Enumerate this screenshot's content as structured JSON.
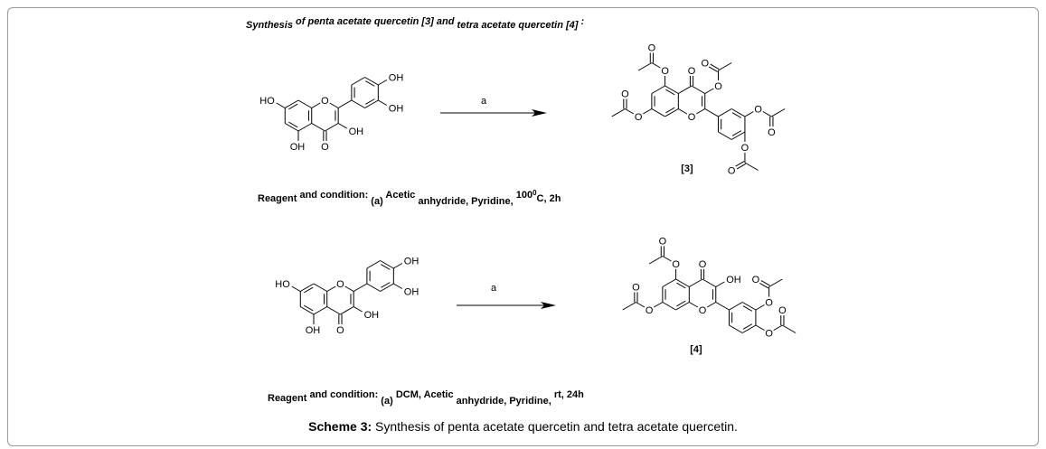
{
  "title": {
    "p1": "Synthesis",
    "p2": "of penta acetate quercetin [3]",
    "p3": "and",
    "p4": "tetra acetate quercetin [4]",
    "p5": ":"
  },
  "condition1": {
    "reagent": "Reagent",
    "and_condition": "and condition:",
    "a": "(a)",
    "acetic": "Acetic",
    "anhydride": "anhydride, Pyridine,",
    "temp": "100",
    "deg": "0",
    "rest": "C, 2h"
  },
  "condition2": {
    "reagent": "Reagent",
    "and_condition": "and condition:",
    "a": "(a)",
    "dcm": "DCM, Acetic",
    "anhydride": "anhydride, Pyridine,",
    "rest": "rt, 24h"
  },
  "arrows": [
    {
      "label": "a"
    },
    {
      "label": "a"
    }
  ],
  "compounds": {
    "reactant_label_oh": "OH",
    "reactant_label_ho": "HO",
    "oxygen": "O",
    "product1_label": "[3]",
    "product2_label": "[4]"
  },
  "caption": {
    "bold": "Scheme 3:",
    "text": " Synthesis of penta acetate quercetin and tetra acetate quercetin."
  }
}
